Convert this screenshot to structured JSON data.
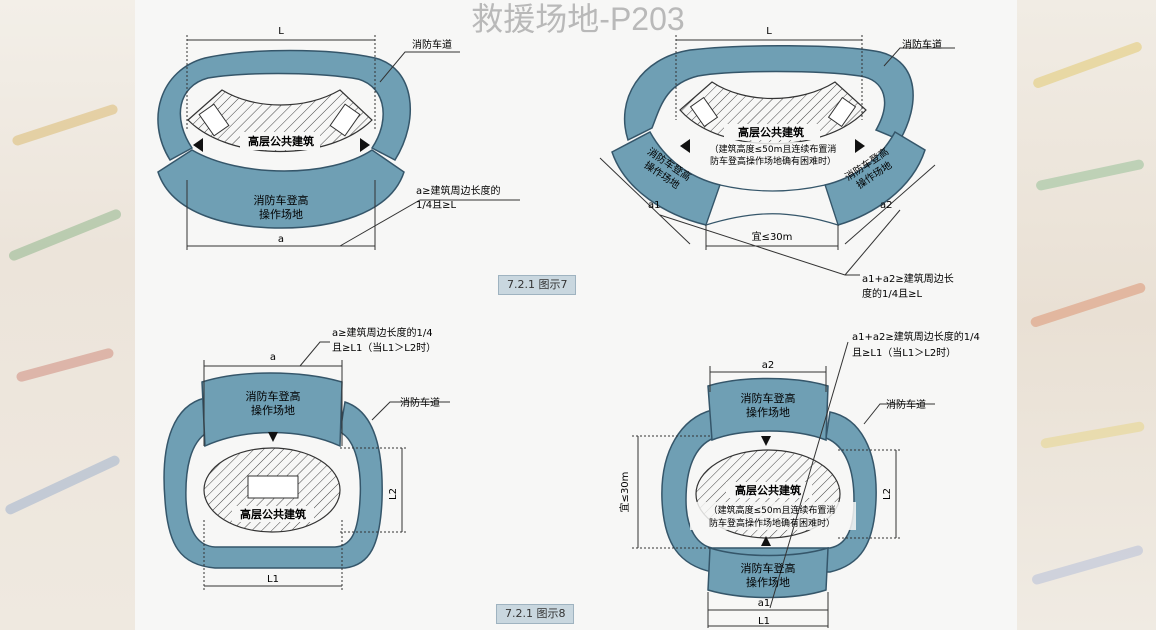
{
  "title": "救援场地-P203",
  "labels": {
    "L": "L",
    "L1": "L1",
    "L2": "L2",
    "a": "a",
    "a1": "a1",
    "a2": "a2",
    "fire_lane": "消防车道",
    "platform_line1": "消防车登高",
    "platform_line2": "操作场地",
    "building": "高层公共建筑",
    "note_line1": "（建筑高度≤50m且连续布置消",
    "note_line2": "防车登高操作场地确有困难时）",
    "spacing_lt30": "宜≤30m",
    "fig7_a_line1": "a≥建筑周边长度的",
    "fig7_a_line2": "1/4且≥L",
    "fig7_sum_line1": "a1+a2≥建筑周边长",
    "fig7_sum_line2": "度的1/4且≥L",
    "fig8_a_line1": "a≥建筑周边长度的1/4",
    "fig8_a_line2": "且≥L1（当L1＞L2时）",
    "fig8_sum_line1": "a1+a2≥建筑周边长度的1/4",
    "fig8_sum_line2": "且≥L1（当L1＞L2时）"
  },
  "captions": {
    "fig7": "7.2.1 图示7",
    "fig8": "7.2.1 图示8"
  },
  "colors": {
    "lane": "#6f9fb4",
    "lane_stroke": "#35566a",
    "caption_bg": "#c9d7df",
    "line": "#333333"
  }
}
